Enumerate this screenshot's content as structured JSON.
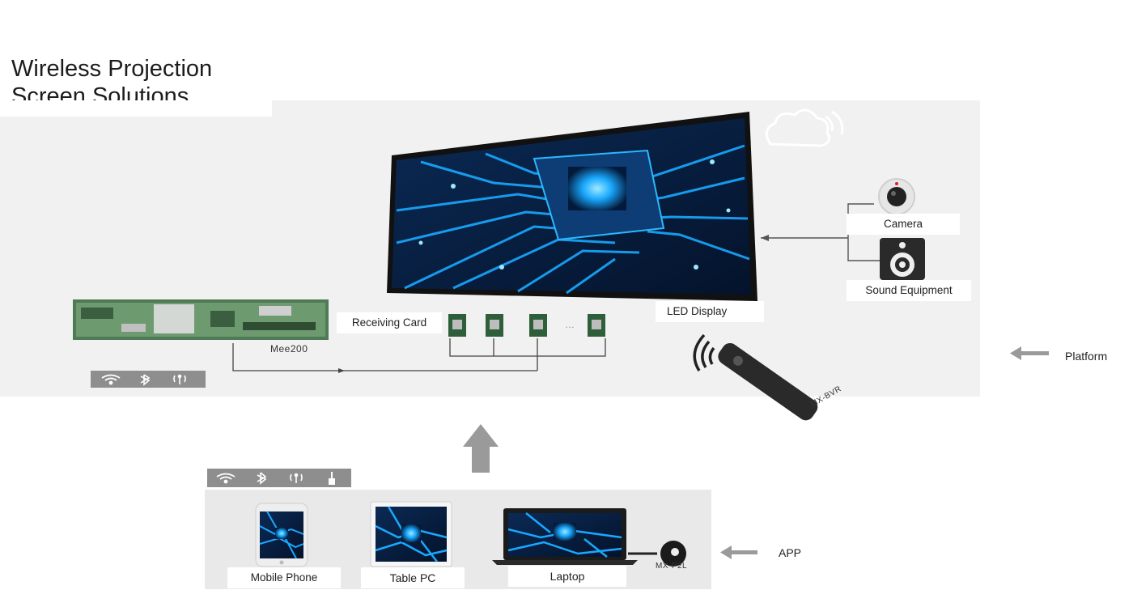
{
  "title": "Wireless Projection\nScreen Solutions",
  "labels": {
    "camera": "Camera",
    "sound": "Sound  Equipment",
    "led": "LED Display",
    "receiving": "Receiving Card",
    "mee": "Mee200",
    "remote": "MX-BVR",
    "platform": "Platform",
    "mobile": "Mobile Phone",
    "tablet": "Table PC",
    "laptop": "Laptop",
    "dongle": "MX-P2L",
    "app": "APP",
    "dots": "…"
  },
  "icons": {
    "top_bar": [
      "wifi-icon",
      "bluetooth-icon",
      "antenna-icon"
    ],
    "bottom_bar": [
      "wifi-icon",
      "bluetooth-icon",
      "antenna-icon",
      "usb-icon"
    ]
  },
  "colors": {
    "panel": "#f1f1f1",
    "panel_bottom": "#e9e9e9",
    "icon_bar": "#8e8e8e",
    "screen_blue": "#1aa8ff",
    "arrow_gray": "#9a9a9a"
  }
}
